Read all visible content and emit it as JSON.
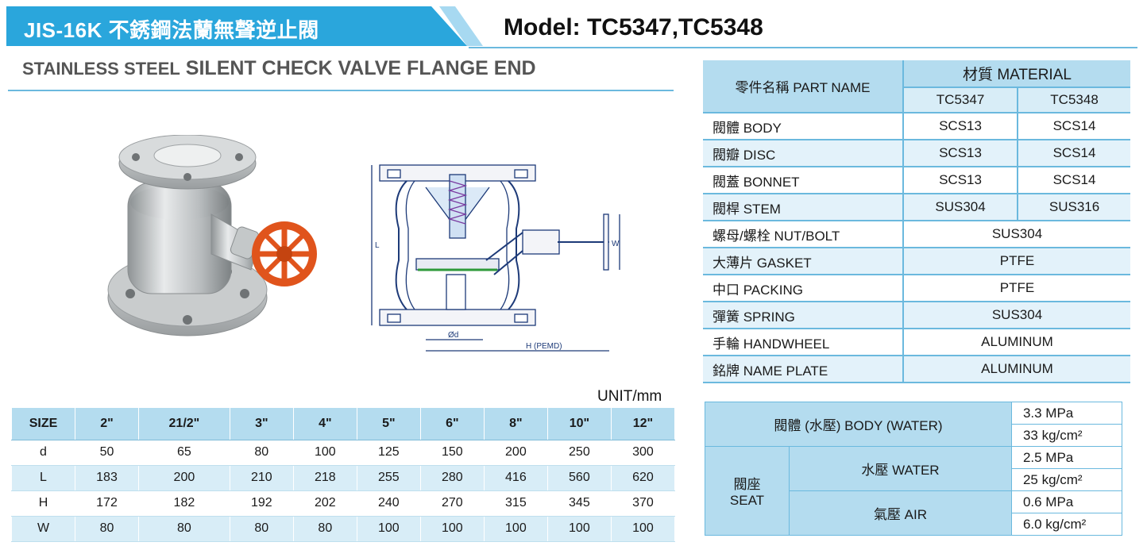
{
  "header": {
    "banner_title": "JIS-16K  不銹鋼法蘭無聲逆止閥",
    "model": "Model: TC5347,TC5348",
    "subtitle_prefix": "STAINLESS STEEL",
    "subtitle_main": "SILENT CHECK VALVE FLANGE END",
    "colors": {
      "banner": "#2aa6dc",
      "banner_light": "#a7d9f1",
      "rule": "#6bb9de"
    }
  },
  "drawing_labels": {
    "d_label": "Ød",
    "h_label": "H (PEMD)",
    "l_label": "L",
    "w_label": "W"
  },
  "dimension_table": {
    "unit": "UNIT/mm",
    "headers": [
      "SIZE",
      "2\"",
      "21/2\"",
      "3\"",
      "4\"",
      "5\"",
      "6\"",
      "8\"",
      "10\"",
      "12\""
    ],
    "rows": [
      [
        "d",
        "50",
        "65",
        "80",
        "100",
        "125",
        "150",
        "200",
        "250",
        "300"
      ],
      [
        "L",
        "183",
        "200",
        "210",
        "218",
        "255",
        "280",
        "416",
        "560",
        "620"
      ],
      [
        "H",
        "172",
        "182",
        "192",
        "202",
        "240",
        "270",
        "315",
        "345",
        "370"
      ],
      [
        "W",
        "80",
        "80",
        "80",
        "80",
        "100",
        "100",
        "100",
        "100",
        "100"
      ]
    ]
  },
  "material_table": {
    "part_header": "零件名稱  PART NAME",
    "material_header": "材質  MATERIAL",
    "models": [
      "TC5347",
      "TC5348"
    ],
    "rows": [
      {
        "part": "閥體  BODY",
        "a": "SCS13",
        "b": "SCS14"
      },
      {
        "part": "閥瓣  DISC",
        "a": "SCS13",
        "b": "SCS14"
      },
      {
        "part": "閥蓋  BONNET",
        "a": "SCS13",
        "b": "SCS14"
      },
      {
        "part": "閥桿  STEM",
        "a": "SUS304",
        "b": "SUS316"
      },
      {
        "part": "螺母/螺栓  NUT/BOLT",
        "both": "SUS304"
      },
      {
        "part": "大薄片  GASKET",
        "both": "PTFE"
      },
      {
        "part": "中口  PACKING",
        "both": "PTFE"
      },
      {
        "part": "彈簧  SPRING",
        "both": "SUS304"
      },
      {
        "part": "手輪  HANDWHEEL",
        "both": "ALUMINUM"
      },
      {
        "part": "銘牌  NAME PLATE",
        "both": "ALUMINUM"
      }
    ]
  },
  "pressure_table": {
    "body_label": "閥體 (水壓) BODY (WATER)",
    "body_values": [
      "3.3 MPa",
      "33 kg/cm²"
    ],
    "seat_label_zh": "閥座",
    "seat_label_en": "SEAT",
    "water_label": "水壓  WATER",
    "water_values": [
      "2.5 MPa",
      "25 kg/cm²"
    ],
    "air_label": "氣壓  AIR",
    "air_values": [
      "0.6 MPa",
      "6.0 kg/cm²"
    ]
  }
}
